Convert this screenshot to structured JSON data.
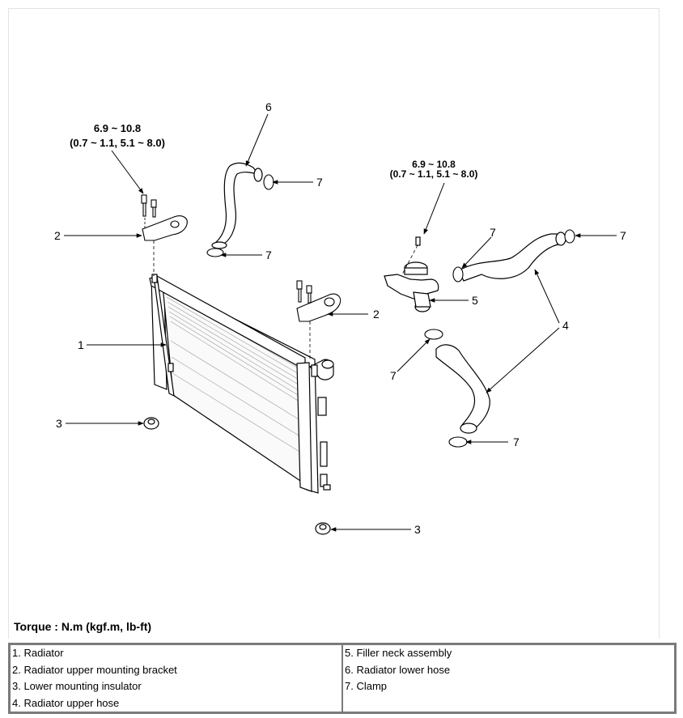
{
  "diagram": {
    "callouts": {
      "c1": "1",
      "c2a": "2",
      "c2b": "2",
      "c3a": "3",
      "c3b": "3",
      "c4": "4",
      "c5": "5",
      "c6": "6",
      "c7a": "7",
      "c7b": "7",
      "c7c": "7",
      "c7d": "7",
      "c7e": "7",
      "c7f": "7"
    },
    "torque_left": {
      "line1": "6.9 ~ 10.8",
      "line2": "(0.7 ~ 1.1, 5.1 ~ 8.0)"
    },
    "torque_right": {
      "line1": "6.9 ~ 10.8",
      "line2": "(0.7 ~ 1.1, 5.1 ~ 8.0)"
    },
    "torque_unit": "Torque : N.m (kgf.m, lb-ft)"
  },
  "legend": {
    "left": [
      "1. Radiator",
      "2. Radiator upper mounting bracket",
      "3. Lower mounting insulator",
      "4. Radiator upper hose"
    ],
    "right": [
      "5. Filler neck assembly",
      "6. Radiator lower hose",
      "7. Clamp"
    ]
  }
}
